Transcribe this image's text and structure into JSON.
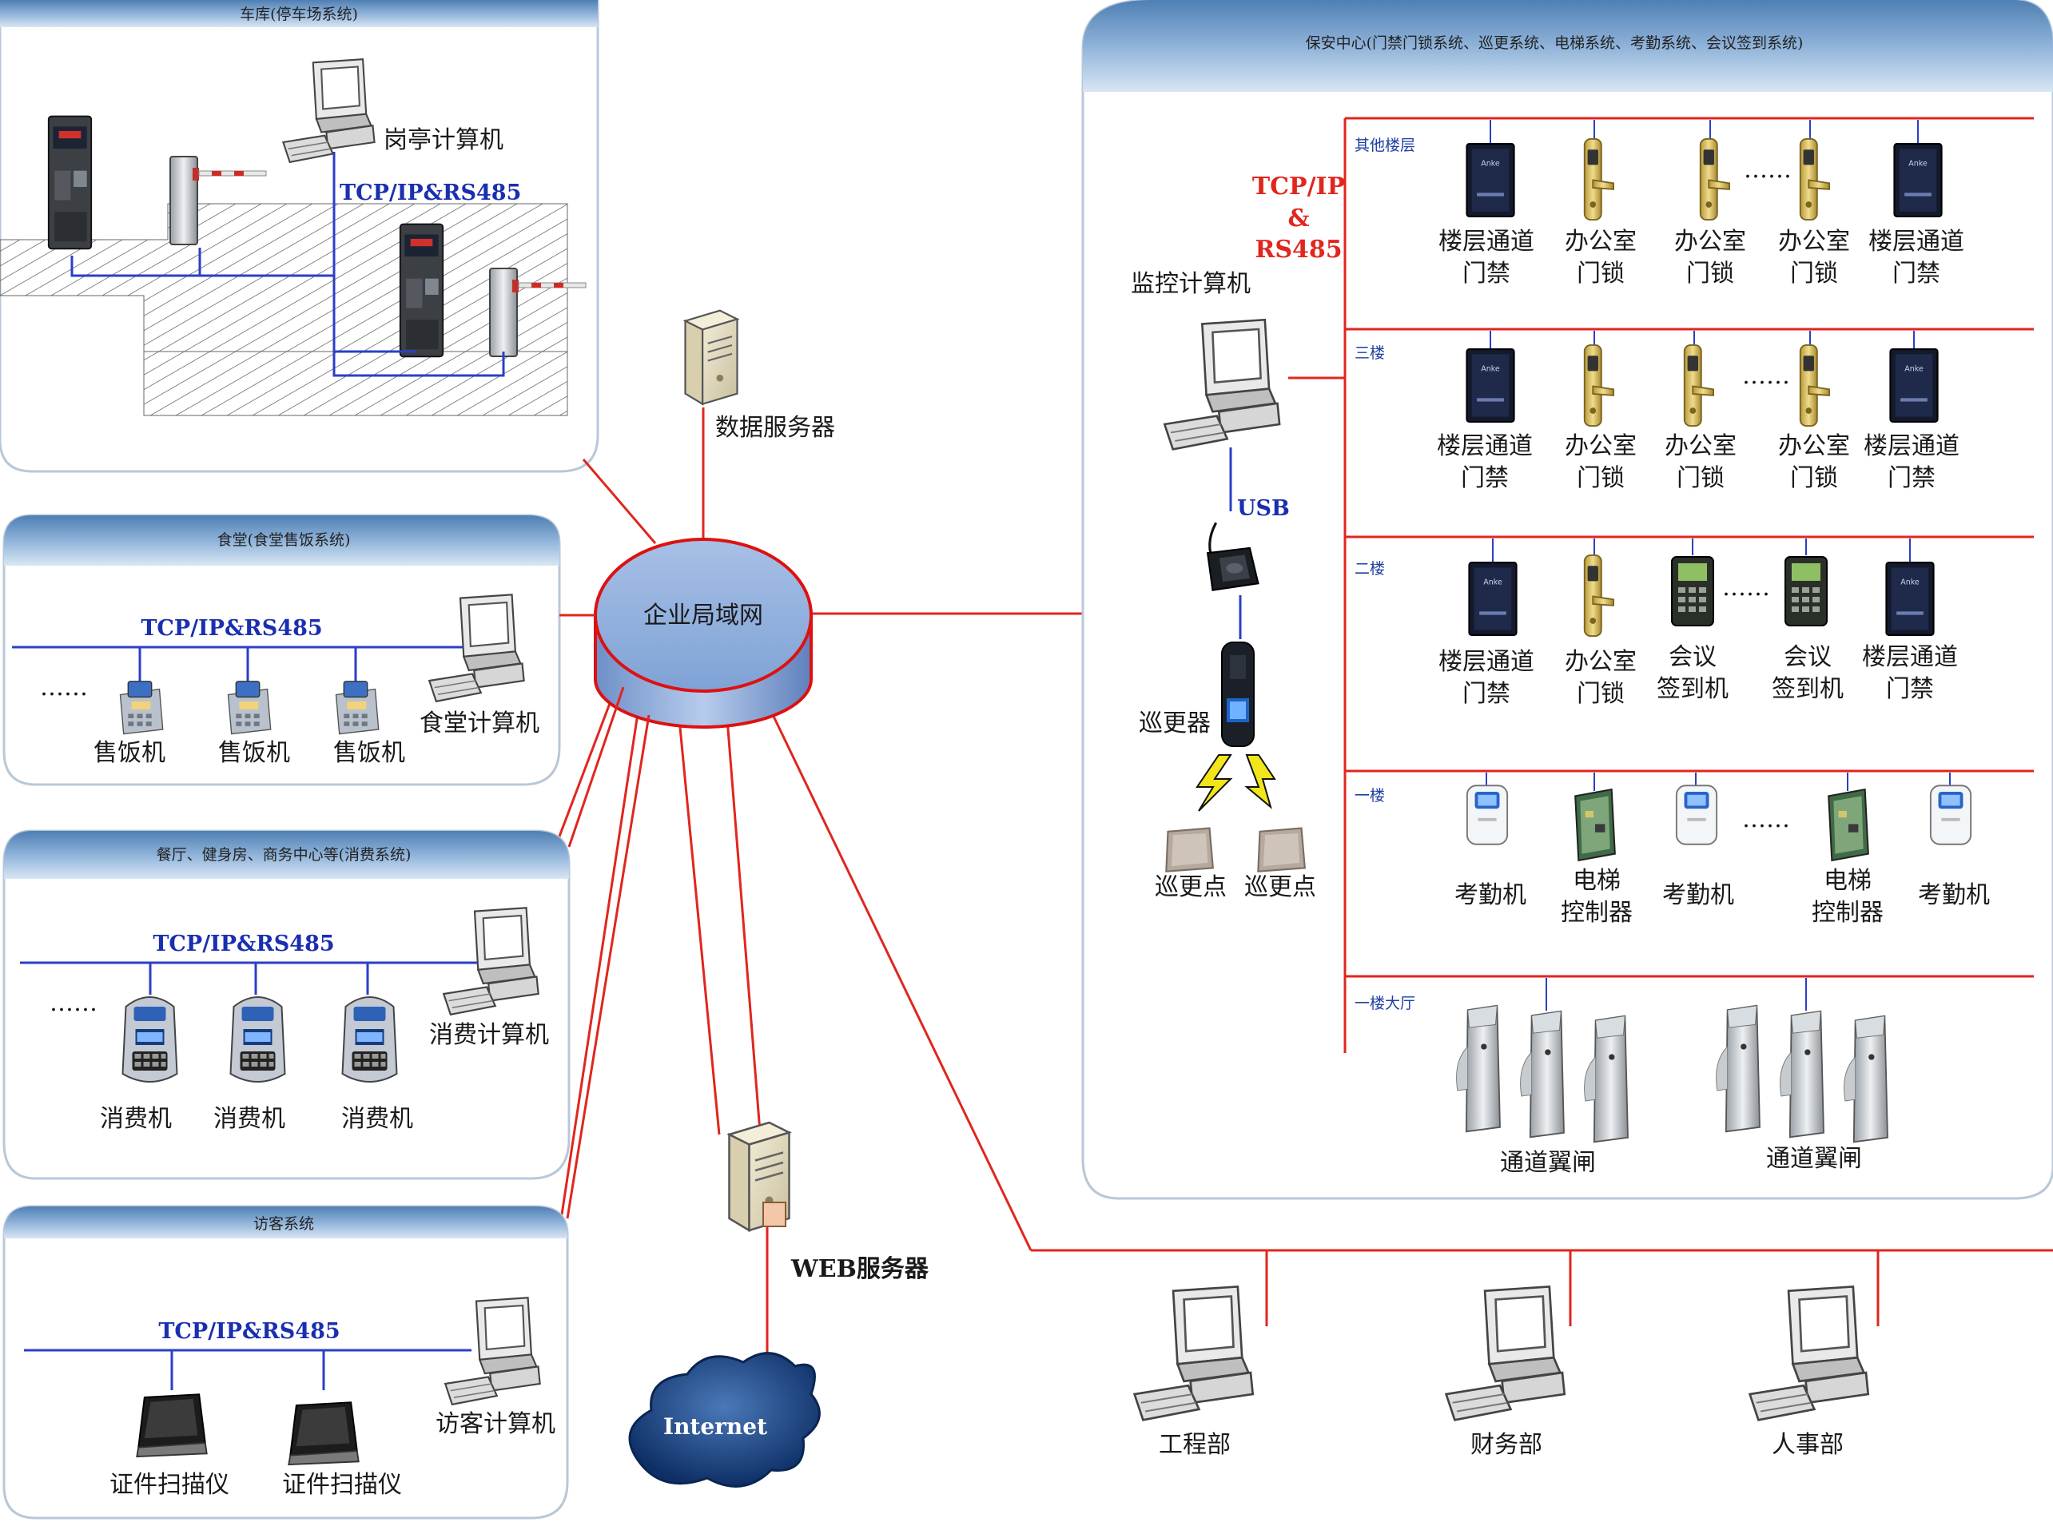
{
  "colors": {
    "link": "#e0261e",
    "bus": "#2b3fc8",
    "header": "#6e9ac6",
    "cylinder": "#7fa2d6"
  },
  "hub": {
    "label": "企业局域网"
  },
  "data_server": {
    "label": "数据服务器"
  },
  "web_server": {
    "label": "WEB服务器"
  },
  "internet": {
    "label": "Internet"
  },
  "parking": {
    "title": "车库(停车场系统)",
    "protocol": "TCP/IP&RS485",
    "computer_label": "岗亭计算机"
  },
  "canteen": {
    "title": "食堂(食堂售饭系统)",
    "protocol": "TCP/IP&RS485",
    "computer_label": "食堂计算机",
    "ellipsis": "……",
    "devices": [
      "售饭机",
      "售饭机",
      "售饭机"
    ]
  },
  "consume": {
    "title": "餐厅、健身房、商务中心等(消费系统)",
    "protocol": "TCP/IP&RS485",
    "computer_label": "消费计算机",
    "ellipsis": "……",
    "devices": [
      "消费机",
      "消费机",
      "消费机"
    ]
  },
  "visitor": {
    "title": "访客系统",
    "protocol": "TCP/IP&RS485",
    "computer_label": "访客计算机",
    "devices": [
      "证件扫描仪",
      "证件扫描仪"
    ]
  },
  "security": {
    "title": "保安中心(门禁门锁系统、巡更系统、电梯系统、考勤系统、会议签到系统)",
    "protocol_lines": [
      "TCP/IP",
      "&",
      "RS485"
    ],
    "monitor_label": "监控计算机",
    "usb_label": "USB",
    "patrol_device": "巡更器",
    "patrol_points": [
      "巡更点",
      "巡更点"
    ],
    "ellipsis": "……",
    "floors": [
      {
        "name": "其他楼层",
        "devices": [
          [
            "楼层通道",
            "门禁"
          ],
          [
            "办公室",
            "门锁"
          ],
          [
            "办公室",
            "门锁"
          ],
          [
            "办公室",
            "门锁"
          ],
          [
            "楼层通道",
            "门禁"
          ]
        ]
      },
      {
        "name": "三楼",
        "devices": [
          [
            "楼层通道",
            "门禁"
          ],
          [
            "办公室",
            "门锁"
          ],
          [
            "办公室",
            "门锁"
          ],
          [
            "办公室",
            "门锁"
          ],
          [
            "楼层通道",
            "门禁"
          ]
        ]
      },
      {
        "name": "二楼",
        "devices": [
          [
            "楼层通道",
            "门禁"
          ],
          [
            "办公室",
            "门锁"
          ],
          [
            "会议",
            "签到机"
          ],
          [
            "会议",
            "签到机"
          ],
          [
            "楼层通道",
            "门禁"
          ]
        ]
      },
      {
        "name": "一楼",
        "devices": [
          [
            "考勤机"
          ],
          [
            "电梯",
            "控制器"
          ],
          [
            "考勤机"
          ],
          [
            "电梯",
            "控制器"
          ],
          [
            "考勤机"
          ]
        ]
      },
      {
        "name": "一楼大厅",
        "devices": [
          [
            "通道翼闸"
          ],
          [
            "通道翼闸"
          ]
        ]
      }
    ]
  },
  "departments": [
    "工程部",
    "财务部",
    "人事部"
  ]
}
